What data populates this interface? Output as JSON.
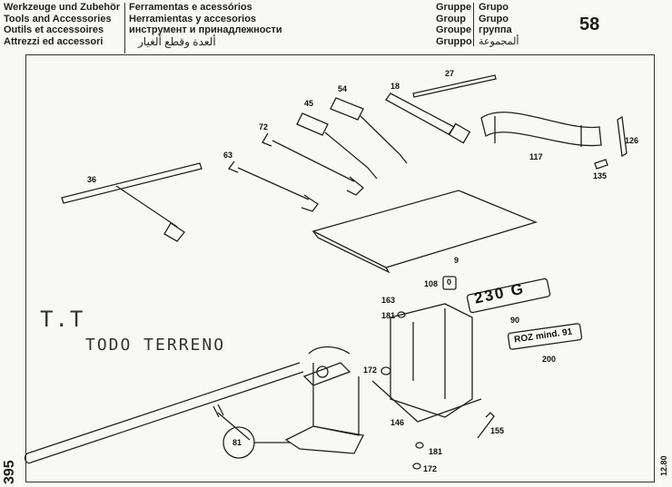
{
  "header": {
    "titles_left": [
      "Werkzeuge und Zubehör",
      "Tools and Accessories",
      "Outils et accessoires",
      "Attrezzi ed accessori"
    ],
    "titles_right": [
      "Ferramentas e acessórios",
      "Herramientas y accesorios",
      "инструмент и принадлежности",
      "ألعدة وقطع ألغيار"
    ],
    "group_left": [
      "Gruppe",
      "Group",
      "Groupe",
      "Gruppo"
    ],
    "group_right": [
      "Grupo",
      "Grupo",
      "группа",
      "ألمجموعة"
    ],
    "group_number": "58"
  },
  "handwriting": {
    "line1": "T.T",
    "line2": "TODO TERRENO"
  },
  "badges": {
    "model": "230 G",
    "roz": "ROZ mind. 91"
  },
  "parts": {
    "p27": "27",
    "p18": "18",
    "p54": "54",
    "p45": "45",
    "p72": "72",
    "p63": "63",
    "p36": "36",
    "p117": "117",
    "p126": "126",
    "p135": "135",
    "p9": "9",
    "p108": "108",
    "p108_box": "0",
    "p163": "163",
    "p181a": "181",
    "p172a": "172",
    "p90": "90",
    "p200": "200",
    "p146": "146",
    "p155": "155",
    "p181b": "181",
    "p172b": "172",
    "p81": "81"
  },
  "footer": {
    "page_number": "395",
    "date_code": "12.80"
  }
}
